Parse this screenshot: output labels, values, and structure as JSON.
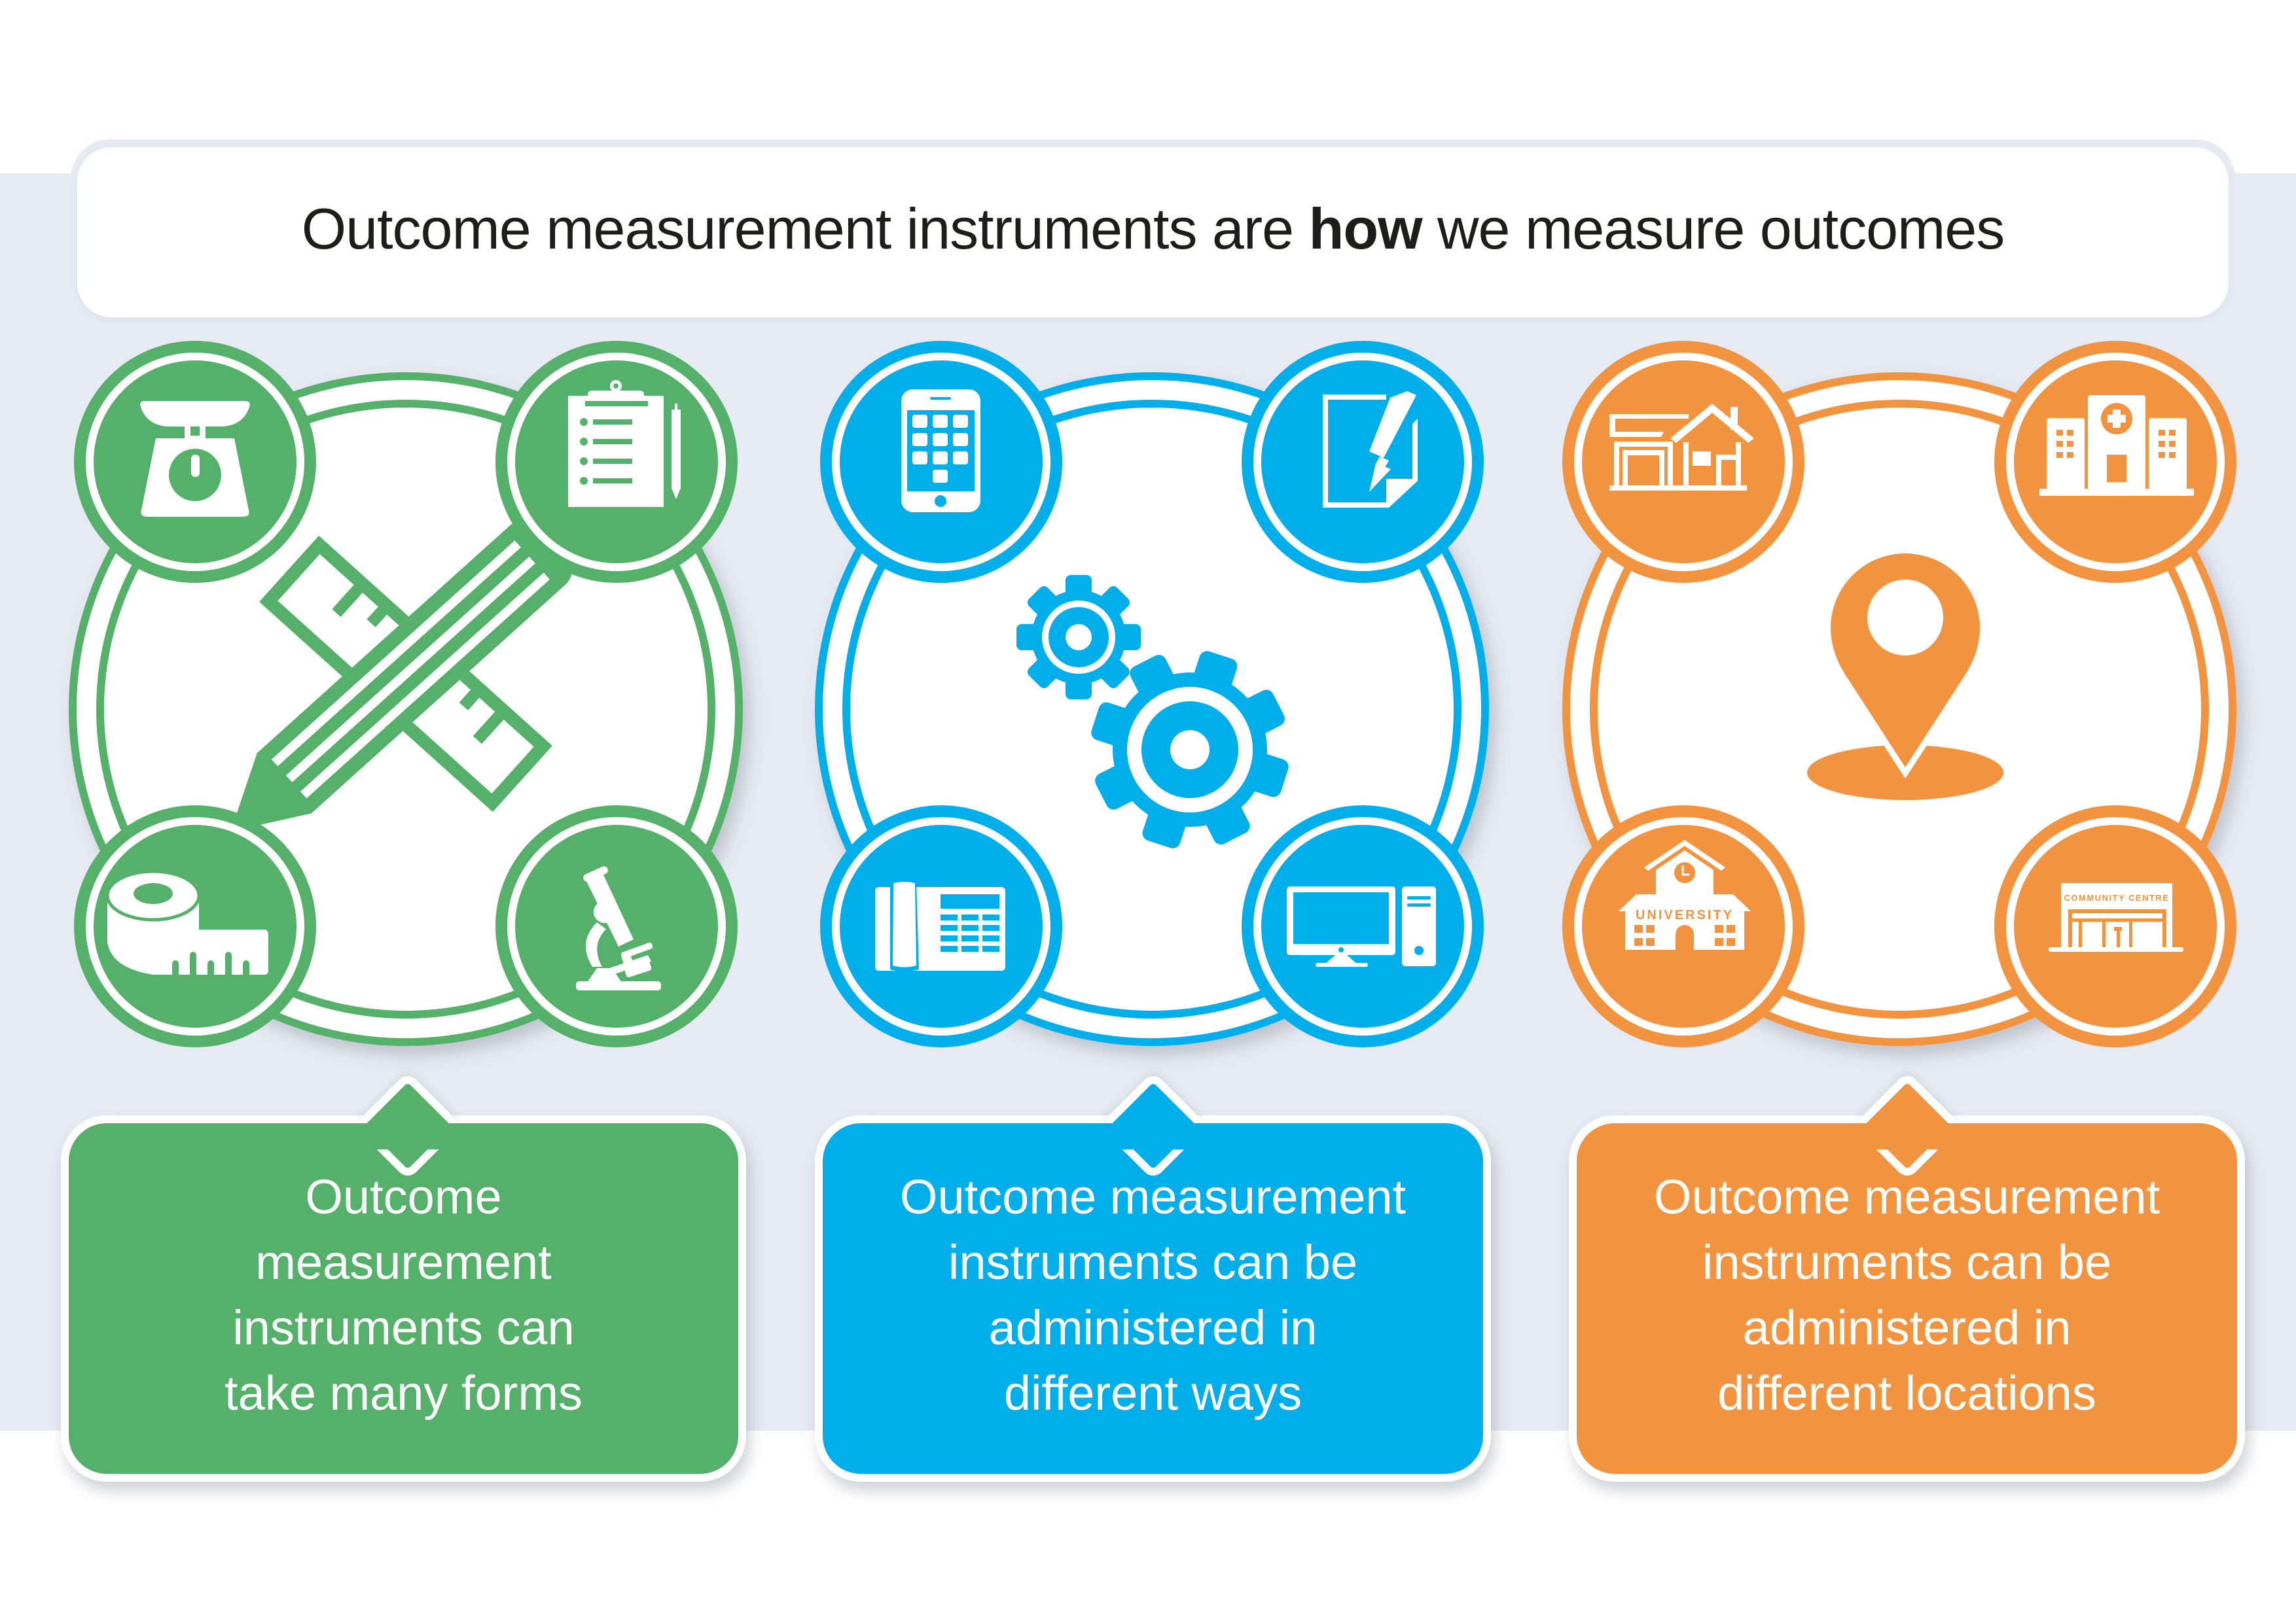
{
  "title": {
    "prefix": "Outcome measurement instruments are ",
    "emphasis": "how",
    "suffix": " we measure outcomes"
  },
  "colors": {
    "background_band": "#e6eaf2",
    "text_dark": "#1d1d1b",
    "green": "#55b06a",
    "blue": "#00aeea",
    "orange": "#f29340"
  },
  "panels": [
    {
      "theme": "forms",
      "color": "#55b06a",
      "center_icon": "pencil-ruler-icon",
      "corner_icons": [
        "kitchen-scale-icon",
        "clipboard-checklist-icon",
        "tape-measure-icon",
        "microscope-icon"
      ],
      "callout_text": "Outcome measurement instruments can take many forms",
      "callout_lines": [
        "Outcome",
        "measurement",
        "instruments can",
        "take many forms"
      ]
    },
    {
      "theme": "ways",
      "color": "#00aeea",
      "center_icon": "gears-icon",
      "corner_icons": [
        "smartphone-icon",
        "paper-and-pen-icon",
        "desk-telephone-icon",
        "desktop-computer-icon"
      ],
      "callout_text": "Outcome measurement instruments can be administered in different ways",
      "callout_lines": [
        "Outcome measurement",
        "instruments can be",
        "administered in",
        "different ways"
      ]
    },
    {
      "theme": "locations",
      "color": "#f29340",
      "center_icon": "location-pin-icon",
      "corner_icons": [
        "house-icon",
        "hospital-icon",
        "university-icon",
        "community-centre-icon"
      ],
      "corner_labels": {
        "university": "UNIVERSITY",
        "community_centre": "COMMUNITY CENTRE"
      },
      "callout_text": "Outcome measurement instruments can be administered in different locations",
      "callout_lines": [
        "Outcome measurement",
        "instruments can be",
        "administered in",
        "different locations"
      ]
    }
  ]
}
